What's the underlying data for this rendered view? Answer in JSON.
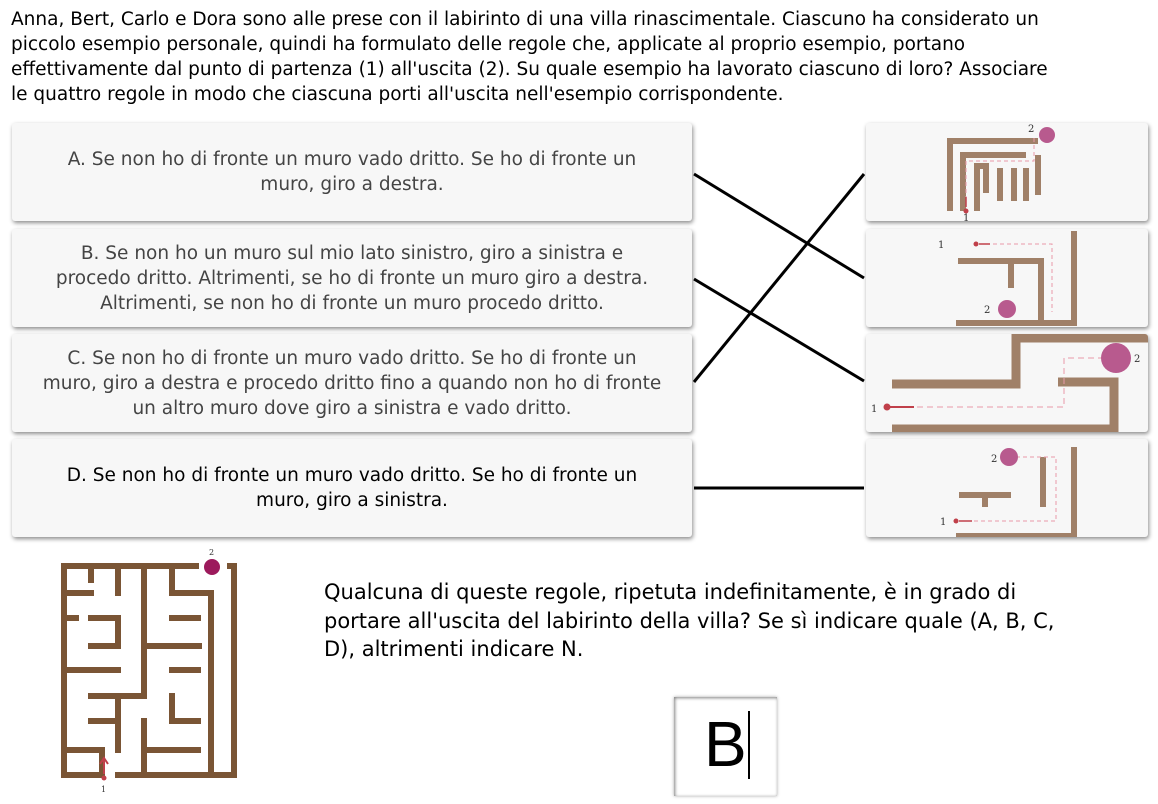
{
  "intro": {
    "line1": "Anna, Bert, Carlo e Dora sono alle prese con il labirinto di una villa rinascimentale. Ciascuno ha considerato un",
    "line2": "piccolo esempio personale, quindi ha formulato delle regole che, applicate al proprio esempio, portano",
    "line3": "effettivamente dal punto di partenza (1) all'uscita (2). Su quale esempio ha lavorato ciascuno di loro? Associare",
    "line4": "le quattro regole in modo che ciascuna porti all'uscita nell'esempio corrispondente."
  },
  "rules": [
    {
      "lines": [
        "A. Se non ho di fronte un muro vado dritto. Se ho di fronte un",
        "muro, giro a destra."
      ]
    },
    {
      "lines": [
        "B. Se non ho un muro sul mio lato sinistro, giro a sinistra e",
        "procedo dritto. Altrimenti, se ho di fronte un muro giro a destra.",
        "Altrimenti, se non ho di fronte un muro procedo dritto."
      ]
    },
    {
      "lines": [
        "C. Se non ho di fronte un muro vado dritto. Se ho di fronte un",
        "muro, giro a destra e procedo dritto fino a quando non ho di fronte",
        "un altro muro dove giro a sinistra e vado dritto."
      ]
    },
    {
      "lines": [
        "D. Se non ho di fronte un muro vado dritto. Se ho di fronte un",
        "muro, giro a sinistra."
      ]
    }
  ],
  "maze_labels": {
    "start": "1",
    "exit": "2"
  },
  "question": {
    "line1": "Qualcuna di queste regole, ripetuta indefinitamente, è in grado di",
    "line2": "portare all'uscita del labirinto della villa? Se sì indicare quale (A, B, C,",
    "line3": "D), altrimenti indicare N."
  },
  "answer": {
    "value": "B"
  },
  "colors": {
    "wall": "#a08068",
    "villa_wall": "#7a5535",
    "exit": "#b85a8e",
    "villa_exit": "#9c1a5c",
    "start": "#c0404a",
    "path": "#e89aa8"
  }
}
